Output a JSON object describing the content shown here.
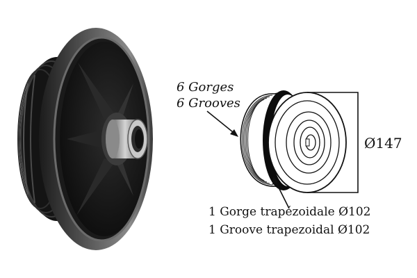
{
  "annotations": {
    "grooves_fr": "6 Gorges",
    "grooves_en": "6 Grooves",
    "outer_diameter": "Ø147",
    "single_groove_fr": "1 Gorge  trapézoidale Ø102",
    "single_groove_en": "1 Groove trapezoidal Ø102"
  }
}
